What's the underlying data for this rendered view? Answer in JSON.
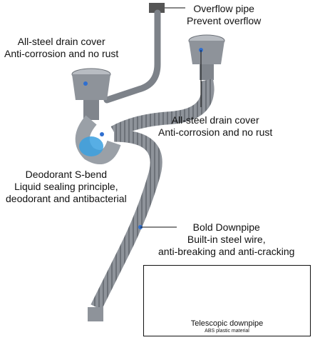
{
  "labels": {
    "overflow": {
      "line1": "Overflow pipe",
      "line2": "Prevent overflow"
    },
    "left_cover": {
      "line1": "All-steel drain cover",
      "line2": "Anti-corrosion and no rust"
    },
    "right_cover": {
      "line1": "All-steel drain cover",
      "line2": "Anti-corrosion and no rust"
    },
    "sbend": {
      "line1": "Deodorant S-bend",
      "line2": "Liquid sealing principle,",
      "line3": "deodorant and antibacterial"
    },
    "downpipe": {
      "line1": "Bold Downpipe",
      "line2": "Built-in steel wire,",
      "line3": "anti-breaking and anti-cracking"
    }
  },
  "inset": {
    "caption": "Telescopic downpipe",
    "subcaption": "ABS plastic material"
  },
  "colors": {
    "pipe": "#8e939a",
    "pipe_dark": "#5f646b",
    "callout_dot": "#2f6fd0",
    "water": "#3aa0e0"
  }
}
